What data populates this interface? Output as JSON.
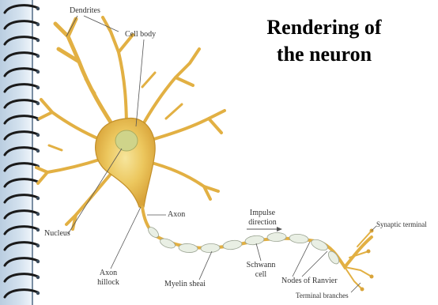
{
  "title": {
    "line1": "Rendering of",
    "line2": "the neuron"
  },
  "labels": {
    "dendrites": "Dendrites",
    "cell_body": "Cell body",
    "axon": "Axon",
    "nucleus": "Nucleus",
    "axon_hillock_1": "Axon",
    "axon_hillock_2": "hillock",
    "impulse_1": "Impulse",
    "impulse_2": "direction",
    "myelin": "Myelin sheai",
    "schwann_1": "Schwann",
    "schwann_2": "cell",
    "nodes": "Nodes of Ranvier",
    "synaptic": "Synaptic terminal",
    "terminal": "Terminal branches"
  },
  "colors": {
    "neuron_fill": "#e7b84a",
    "neuron_stroke": "#c28f2a",
    "soma_center": "#f6e59c",
    "nucleus": "#cfd48a",
    "myelin": "#e9efe4",
    "binding": "#c7d8e8",
    "coil": "#1a1a1a",
    "leader_line": "#555555"
  },
  "icons": [
    "spiral-binding-coil-icon"
  ]
}
